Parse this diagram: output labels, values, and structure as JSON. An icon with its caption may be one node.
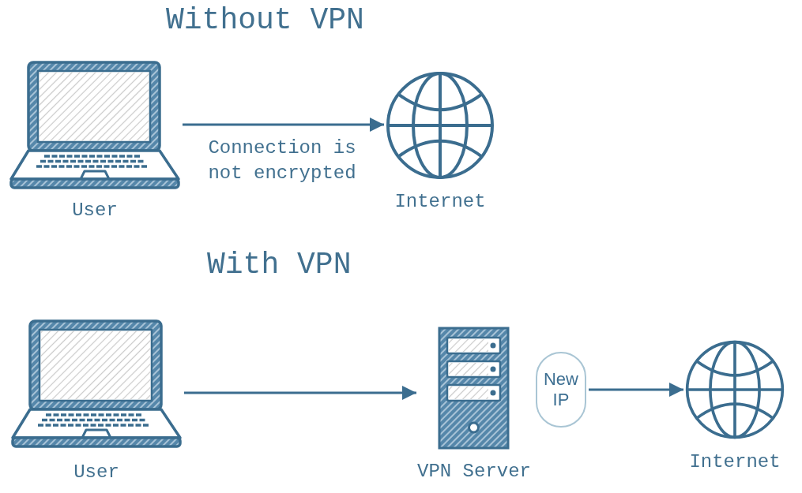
{
  "diagram": {
    "nodes": [
      {
        "text": [],
        "shape": "picture",
        "beside": [
          "User"
        ]
      },
      {
        "text": [],
        "shape": "picture",
        "beside": [
          "Internet"
        ]
      },
      {
        "text": [],
        "shape": "picture",
        "beside": [
          "User"
        ]
      },
      {
        "text": [],
        "shape": "picture",
        "beside": [
          "VPN Server"
        ]
      },
      {
        "text": [
          "New IP"
        ]
      },
      {
        "text": [],
        "shape": "picture",
        "beside": [
          "Internet"
        ]
      }
    ],
    "edges": [
      {
        "from": 0,
        "to": 1,
        "arrow": "to",
        "label": "Connection is not encrypted"
      },
      {
        "from": 2,
        "to": 3,
        "arrow": "to"
      },
      {
        "from": 4,
        "to": 5,
        "arrow": "to"
      }
    ],
    "labels": [
      "Without VPN",
      "With VPN"
    ]
  }
}
